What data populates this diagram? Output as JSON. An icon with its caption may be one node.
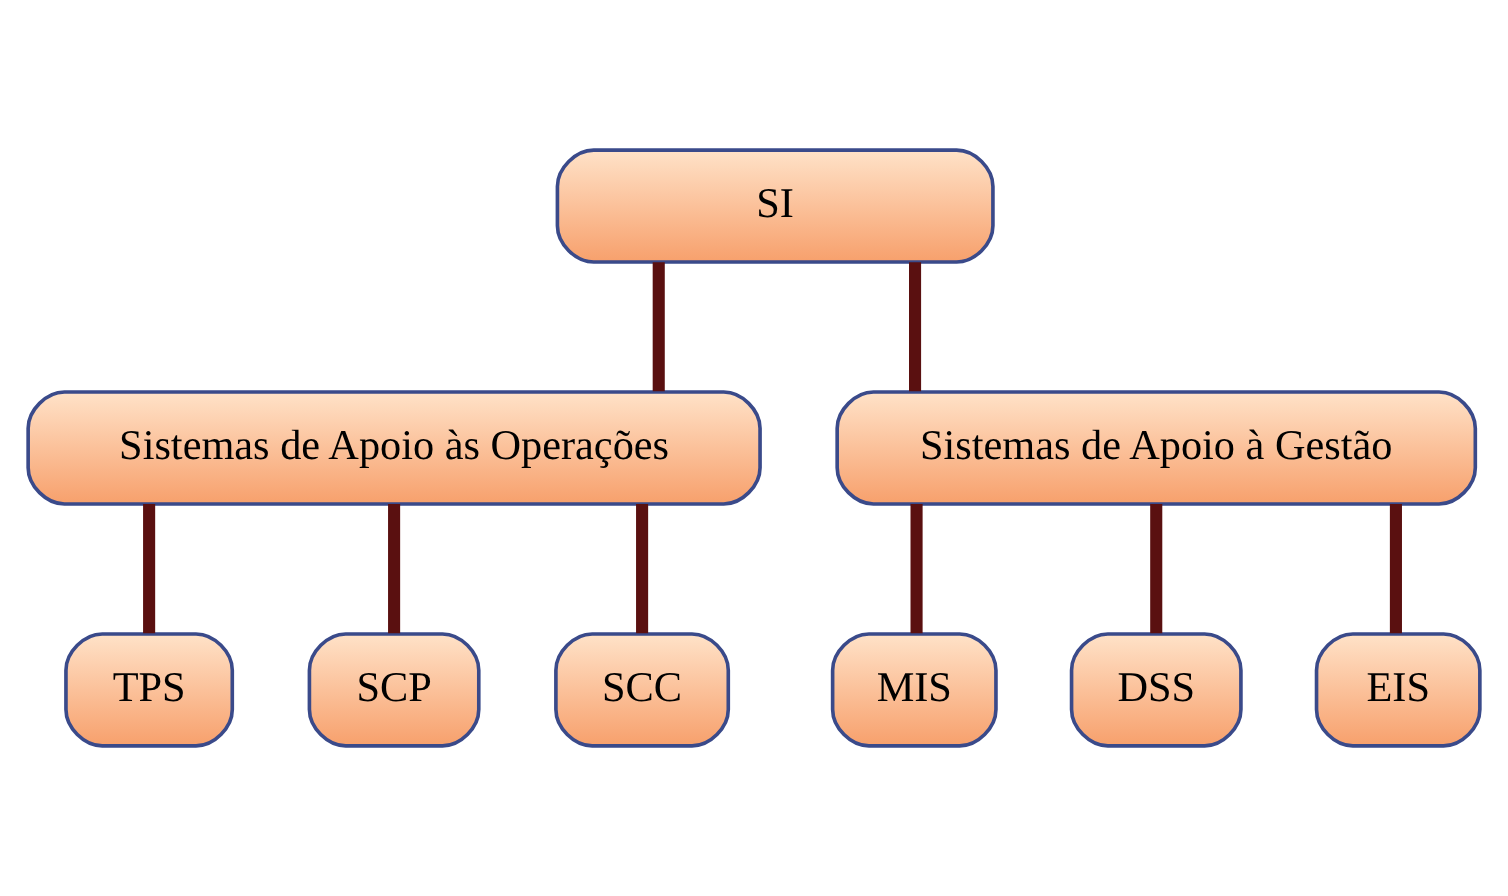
{
  "diagram": {
    "nodes": [
      {
        "text": [
          "SI"
        ]
      },
      {
        "text": [
          "Sistemas de Apoio às Operações"
        ]
      },
      {
        "text": [
          "Sistemas de Apoio à Gestão"
        ]
      },
      {
        "text": [
          "TPS"
        ]
      },
      {
        "text": [
          "SCP"
        ]
      },
      {
        "text": [
          "SCC"
        ]
      },
      {
        "text": [
          "MIS"
        ]
      },
      {
        "text": [
          "DSS"
        ]
      },
      {
        "text": [
          "EIS"
        ]
      }
    ],
    "edges": [
      {
        "from": 0,
        "to": 1,
        "arrow": "none"
      },
      {
        "from": 0,
        "to": 2,
        "arrow": "none"
      },
      {
        "from": 1,
        "to": 3,
        "arrow": "none"
      },
      {
        "from": 1,
        "to": 4,
        "arrow": "none"
      },
      {
        "from": 1,
        "to": 5,
        "arrow": "none"
      },
      {
        "from": 2,
        "to": 6,
        "arrow": "none"
      },
      {
        "from": 2,
        "to": 7,
        "arrow": "none"
      },
      {
        "from": 2,
        "to": 8,
        "arrow": "none"
      }
    ]
  }
}
